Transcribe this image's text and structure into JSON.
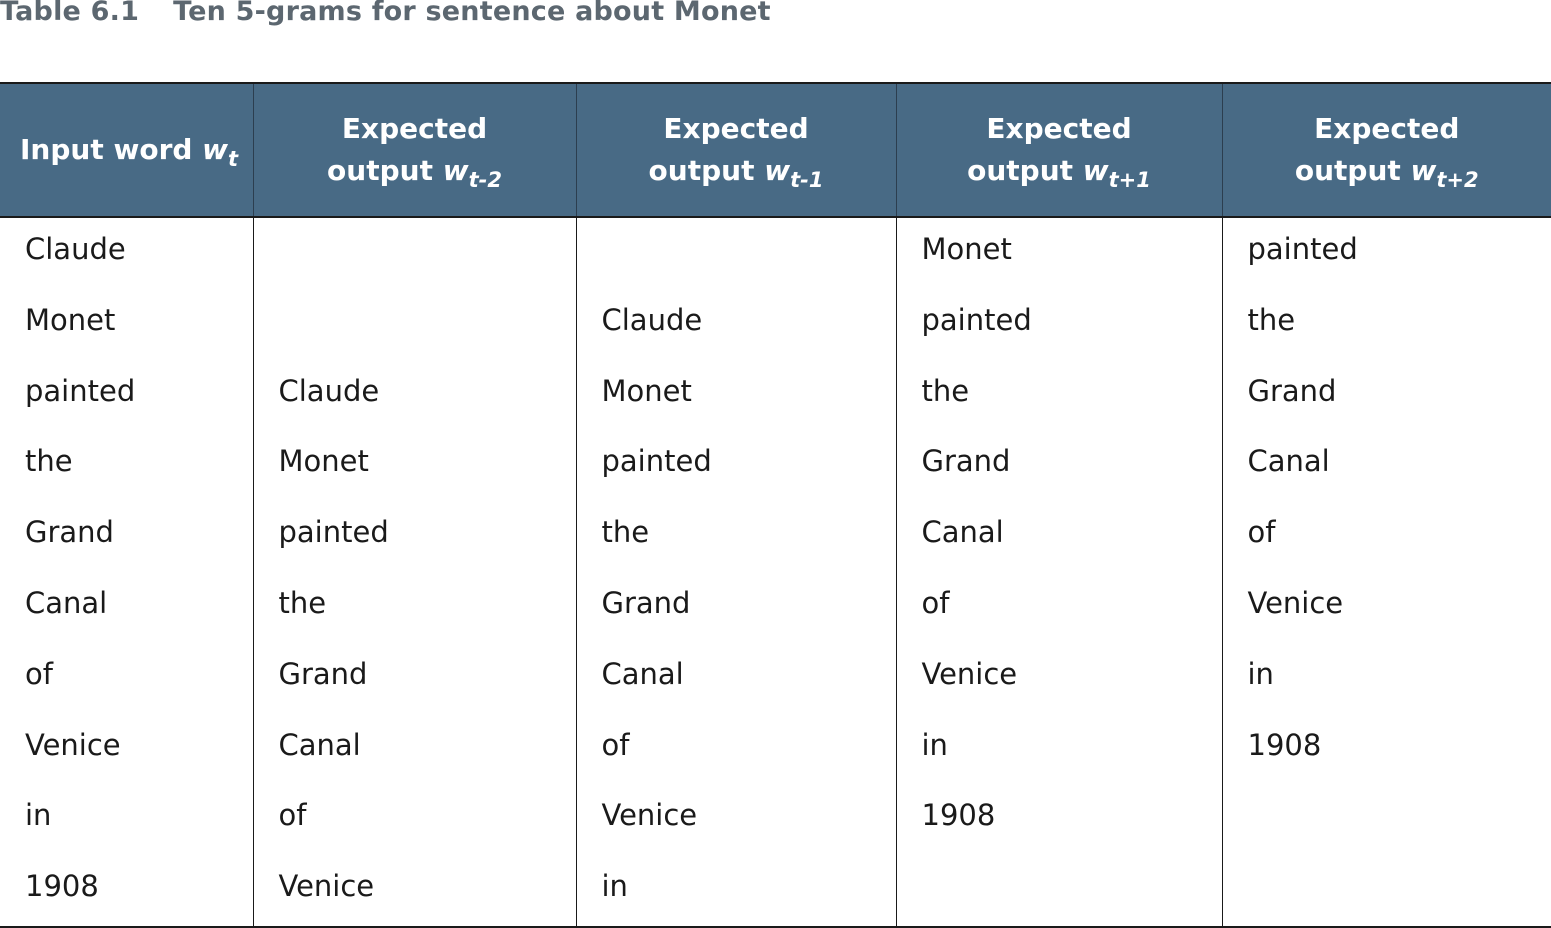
{
  "caption": {
    "label": "Table 6.1",
    "title": "Ten 5-grams for sentence about Monet"
  },
  "columns": [
    {
      "line1": "Input word",
      "var": "w",
      "sub": "t"
    },
    {
      "line1": "Expected",
      "line2": "output",
      "var": "w",
      "sub": "t-2"
    },
    {
      "line1": "Expected",
      "line2": "output",
      "var": "w",
      "sub": "t-1"
    },
    {
      "line1": "Expected",
      "line2": "output",
      "var": "w",
      "sub": "t+1"
    },
    {
      "line1": "Expected",
      "line2": "output",
      "var": "w",
      "sub": "t+2"
    }
  ],
  "rows": [
    [
      "Claude",
      "",
      "",
      "Monet",
      "painted"
    ],
    [
      "Monet",
      "",
      "Claude",
      "painted",
      "the"
    ],
    [
      "painted",
      "Claude",
      "Monet",
      "the",
      "Grand"
    ],
    [
      "the",
      "Monet",
      "painted",
      "Grand",
      "Canal"
    ],
    [
      "Grand",
      "painted",
      "the",
      "Canal",
      "of"
    ],
    [
      "Canal",
      "the",
      "Grand",
      "of",
      "Venice"
    ],
    [
      "of",
      "Grand",
      "Canal",
      "Venice",
      "in"
    ],
    [
      "Venice",
      "Canal",
      "of",
      "in",
      "1908"
    ],
    [
      "in",
      "of",
      "Venice",
      "1908",
      ""
    ],
    [
      "1908",
      "Venice",
      "in",
      "",
      ""
    ]
  ]
}
